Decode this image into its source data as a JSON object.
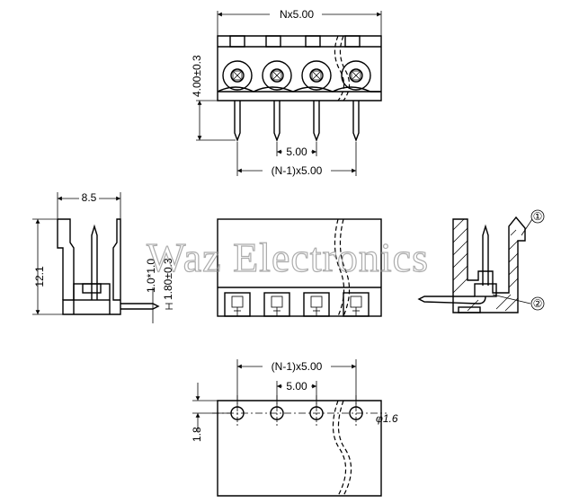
{
  "dimensions": {
    "top_overall": "Nx5.00",
    "top_height": "4.00±0.3",
    "top_pitch": "5.00",
    "top_span": "(N-1)x5.00",
    "side_width": "8.5",
    "side_height": "12.1",
    "side_offset": "1.0*1.0",
    "side_pin": "1.80±0.3",
    "pcb_span": "(N-1)x5.00",
    "pcb_pitch": "5.00",
    "pcb_edge": "1.8",
    "hole_dia": "φ1.6"
  },
  "callouts": [
    "①",
    "②"
  ],
  "watermark": "Waz Electronics"
}
